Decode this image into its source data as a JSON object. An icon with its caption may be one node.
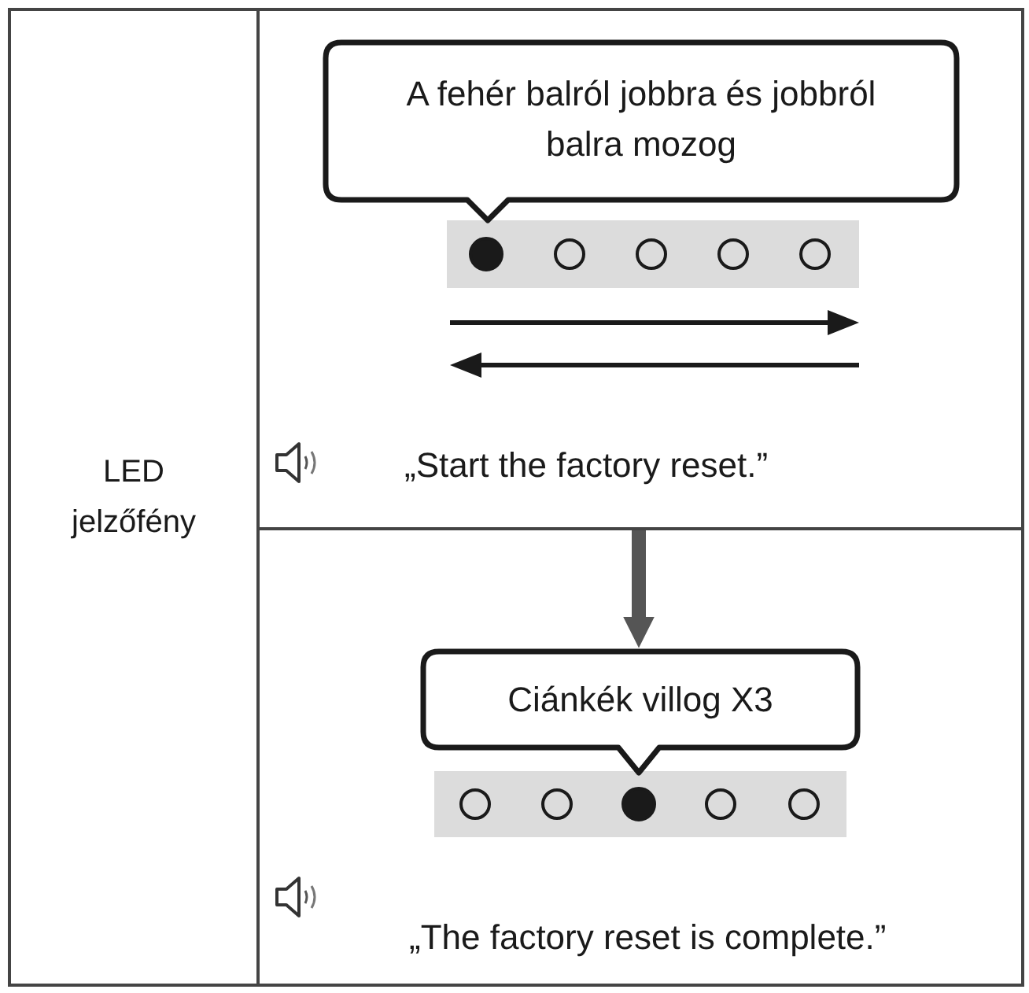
{
  "diagram": {
    "nodes": [
      {
        "text": [
          "LED jelzőfény"
        ]
      },
      {
        "text": [
          "„Start the factory reset.”"
        ]
      },
      {
        "text": [
          "A fehér balról jobbra és jobbról balra mozog"
        ],
        "in": 1
      },
      {
        "text": [
          "„The factory reset is complete.”"
        ]
      },
      {
        "text": [
          "Ciánkék villog X3"
        ],
        "in": 3
      }
    ],
    "edges": [
      {
        "from": 1,
        "to": 4,
        "arrow": "to"
      }
    ]
  }
}
